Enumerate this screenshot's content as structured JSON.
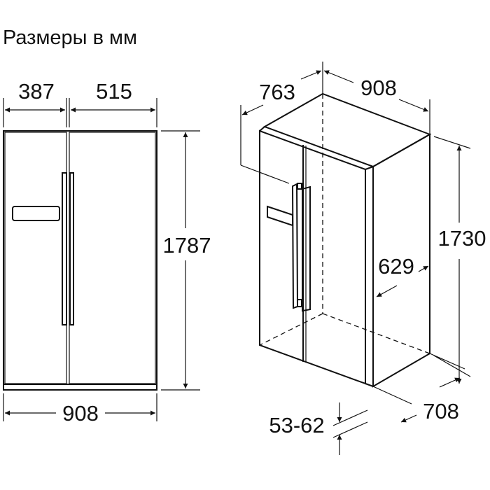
{
  "title": "Размеры в мм",
  "front_view": {
    "freezer_width": "387",
    "fridge_width": "515",
    "height": "1787",
    "total_width": "908"
  },
  "iso_view": {
    "depth": "763",
    "width": "908",
    "height": "1730",
    "side_depth": "629",
    "bottom_depth": "708",
    "feet_height": "53-62"
  }
}
